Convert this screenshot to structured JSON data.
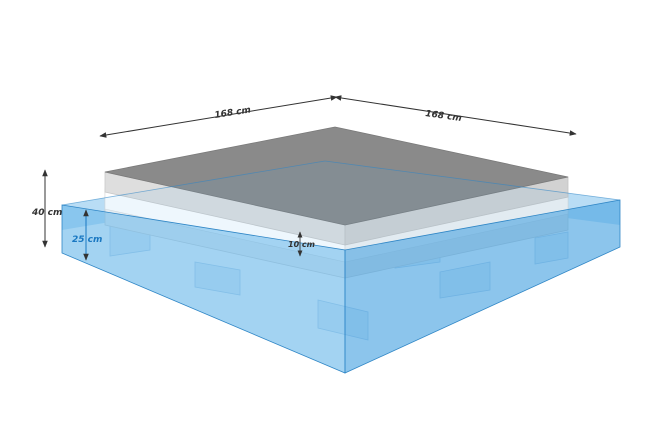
{
  "dimensions": {
    "width_left": "168 cm",
    "width_right": "168 cm",
    "total_height": "40 cm",
    "base_height": "25 cm",
    "top_layer": "10 cm"
  },
  "colors": {
    "base_blue": "#58aee8",
    "base_edge": "#2f86c6",
    "top_surface": "#8a8a8a",
    "foam_light": "#e8e8e8",
    "dim_text": "#333333",
    "blue_text": "#1a78c2"
  }
}
